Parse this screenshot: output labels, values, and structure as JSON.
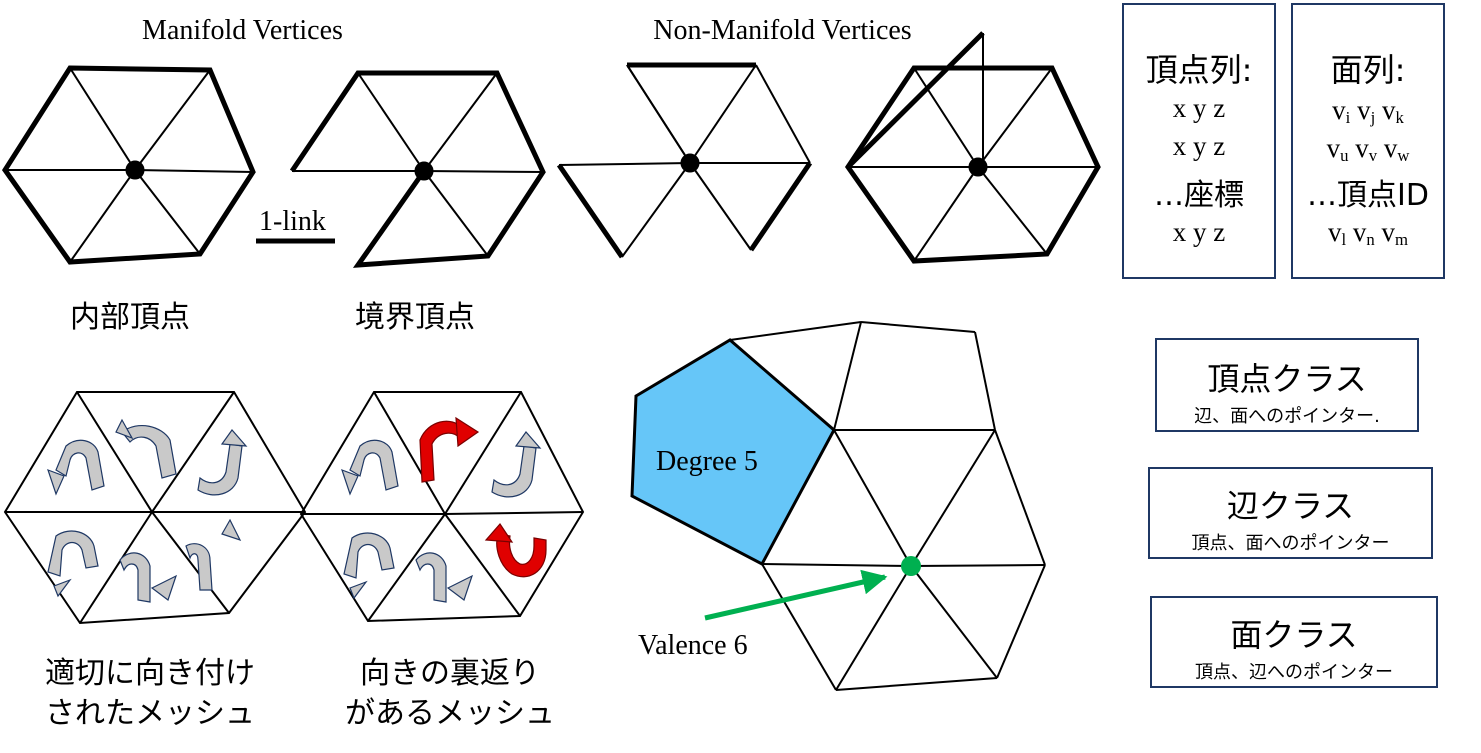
{
  "headings": {
    "manifold": "Manifold Vertices",
    "non_manifold": "Non-Manifold Vertices"
  },
  "labels": {
    "interior_vertex": "内部頂点",
    "boundary_vertex": "境界頂点",
    "one_link": "1-link",
    "oriented_mesh_line1": "適切に向き付け",
    "oriented_mesh_line2": "されたメッシュ",
    "flipped_mesh_line1": "向きの裏返り",
    "flipped_mesh_line2": "があるメッシュ",
    "degree": "Degree 5",
    "valence": "Valence 6"
  },
  "vertex_list": {
    "title": "頂点列:",
    "rows": [
      "x y z",
      "x y z",
      "x y z"
    ],
    "ellipsis_label": "…座標"
  },
  "face_list": {
    "title": "面列:",
    "rows": [
      {
        "a": "v",
        "as": "i",
        "b": "v",
        "bs": "j",
        "c": "v",
        "cs": "k"
      },
      {
        "a": "v",
        "as": "u",
        "b": "v",
        "bs": "v",
        "c": "v",
        "cs": "w"
      },
      {
        "a": "v",
        "as": "l",
        "b": "v",
        "bs": "n",
        "c": "v",
        "cs": "m"
      }
    ],
    "ellipsis_label": "…頂点ID"
  },
  "classes": [
    {
      "title": "頂点クラス",
      "desc": "辺、面へのポインター."
    },
    {
      "title": "辺クラス",
      "desc": "頂点、面へのポインター"
    },
    {
      "title": "面クラス",
      "desc": "頂点、辺へのポインター"
    }
  ],
  "colors": {
    "line": "#000000",
    "box_border": "#1f3864",
    "degree_face": "#66c6f8",
    "valence_vertex": "#00b050",
    "valence_arrow": "#00b050",
    "arrow_normal": "#c9c9c9",
    "arrow_flipped": "#e00000"
  }
}
